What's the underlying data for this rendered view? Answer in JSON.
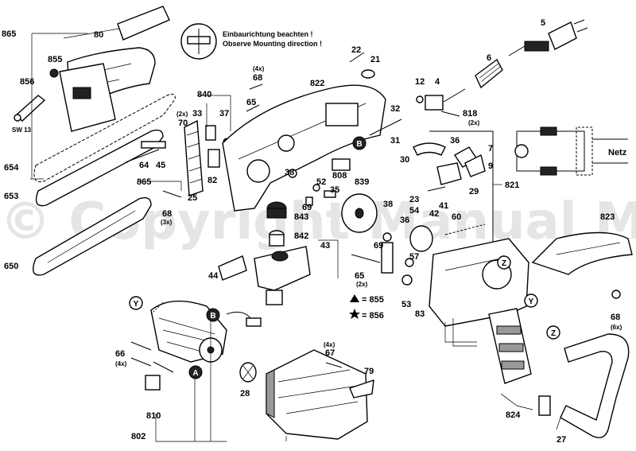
{
  "watermark": "© Copyright Manual Magic",
  "notes": {
    "de": "Einbaurichtung beachten !",
    "en": "Observe Mounting direction !"
  },
  "legend": {
    "triangle": "= 855",
    "star": "= 856"
  },
  "schematic": {
    "netz": "Netz"
  },
  "connectors": [
    "A",
    "B",
    "Y",
    "Z"
  ],
  "labels": {
    "p865a": "865",
    "p80": "80",
    "p855": "855",
    "p856": "856",
    "sw13": "SW 13",
    "p654": "654",
    "p653": "653",
    "p650": "650",
    "p865b": "865",
    "p64": "64",
    "p45": "45",
    "p70x": "(2x)",
    "p70": "70",
    "p25": "25",
    "p82": "82",
    "p68x3": "(3x)",
    "p68c": "68",
    "p840": "840",
    "p33": "33",
    "p37": "37",
    "p68x4": "(4x)",
    "p68a": "68",
    "p65a": "65",
    "p822": "822",
    "p22": "22",
    "p21": "21",
    "p12": "12",
    "p4": "4",
    "p5": "5",
    "p6": "6",
    "p32": "32",
    "p31": "31",
    "p818": "818",
    "p818x": "(2x)",
    "p36a": "36",
    "p7": "7",
    "p30": "30",
    "p9": "9",
    "p821": "821",
    "p23": "23",
    "p29": "29",
    "p38a": "38",
    "p808": "808",
    "p839": "839",
    "p52": "52",
    "p35": "35",
    "p69a": "69",
    "p843": "843",
    "p842": "842",
    "p43": "43",
    "p44": "44",
    "p54": "54",
    "p42": "42",
    "p41": "41",
    "p60": "60",
    "p38b": "38",
    "p36b": "36",
    "p69b": "69",
    "p65b": "65",
    "p65x": "(2x)",
    "p57": "57",
    "p53": "53",
    "p83": "83",
    "p823": "823",
    "p68b": "68",
    "p68x6": "(6x)",
    "p66": "66",
    "p66x": "(4x)",
    "p67x": "(4x)",
    "p67": "67",
    "p79": "79",
    "p28": "28",
    "p810": "810",
    "p802": "802",
    "p824": "824",
    "p27": "27"
  }
}
